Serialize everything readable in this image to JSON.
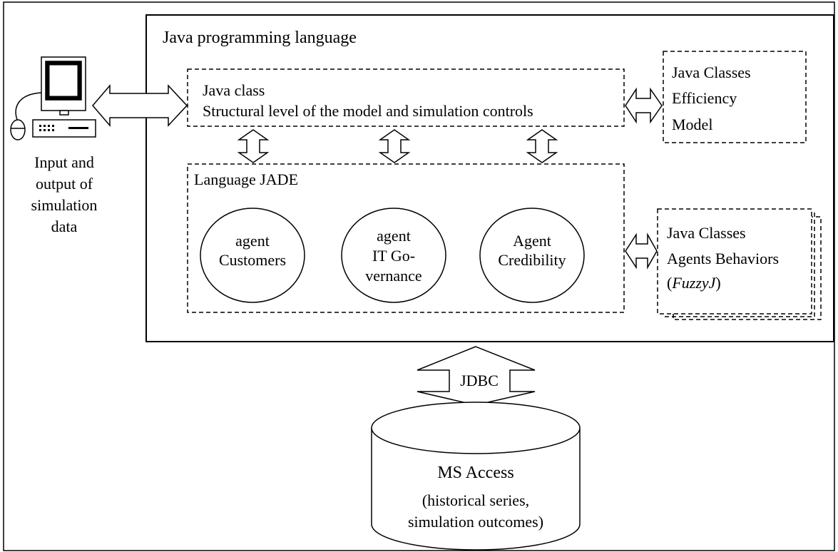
{
  "diagram": {
    "outer_title": "Java programming language",
    "java_class": {
      "title": "Java class",
      "subtitle": "Structural level of the model and simulation controls"
    },
    "efficiency": {
      "line1": "Java Classes",
      "line2": "Efficiency",
      "line3": "Model"
    },
    "jade": {
      "title": "Language JADE",
      "agents": [
        {
          "line1": "agent",
          "line2": "Customers",
          "line3": ""
        },
        {
          "line1": "agent",
          "line2": "IT Go-",
          "line3": "vernance"
        },
        {
          "line1": "Agent",
          "line2": "Credibility",
          "line3": ""
        }
      ]
    },
    "behaviors": {
      "line1": "Java Classes",
      "line2": "Agents Behaviors",
      "line3_pre": "(",
      "line3_italic": "FuzzyJ",
      "line3_post": ")"
    },
    "io_label": [
      "Input and",
      "output of",
      "simulation",
      "data"
    ],
    "connector_label": "JDBC",
    "database": {
      "title": "MS Access",
      "line1": "(historical series,",
      "line2": "simulation outcomes)"
    },
    "icons": [
      "computer-icon",
      "database-icon"
    ],
    "colors": {
      "stroke": "#000000",
      "background": "#ffffff"
    }
  }
}
